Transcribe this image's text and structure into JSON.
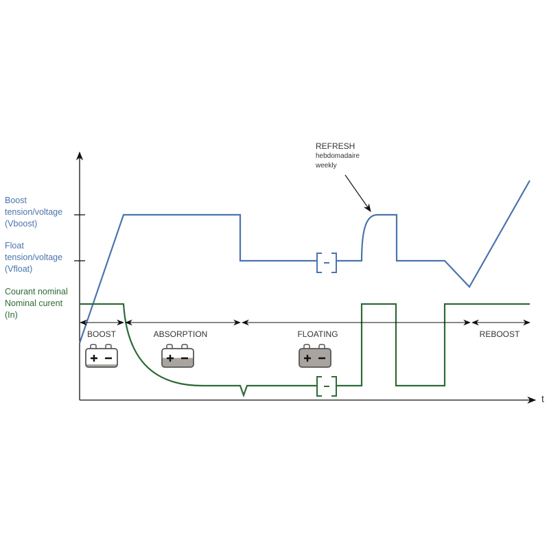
{
  "labels": {
    "boost": [
      "Boost",
      "tension/voltage",
      "(Vboost)"
    ],
    "float": [
      "Float",
      "tension/voltage",
      "(Vfloat)"
    ],
    "current": [
      "Courant nominal",
      "Nominal curent",
      "(In)"
    ]
  },
  "axis": {
    "x_label": "t"
  },
  "phases": [
    {
      "name": "BOOST",
      "battery_charge": 0.15
    },
    {
      "name": "ABSORPTION",
      "battery_charge": 0.5
    },
    {
      "name": "FLOATING",
      "battery_charge": 1.0
    },
    {
      "name": "REBOOST"
    }
  ],
  "refresh": {
    "title": "REFRESH",
    "line1": "hebdomadaire",
    "line2": "weekly"
  },
  "colors": {
    "voltage": "#4a74ad",
    "current": "#2c6a35",
    "battery_fill": "#a9a49f"
  }
}
